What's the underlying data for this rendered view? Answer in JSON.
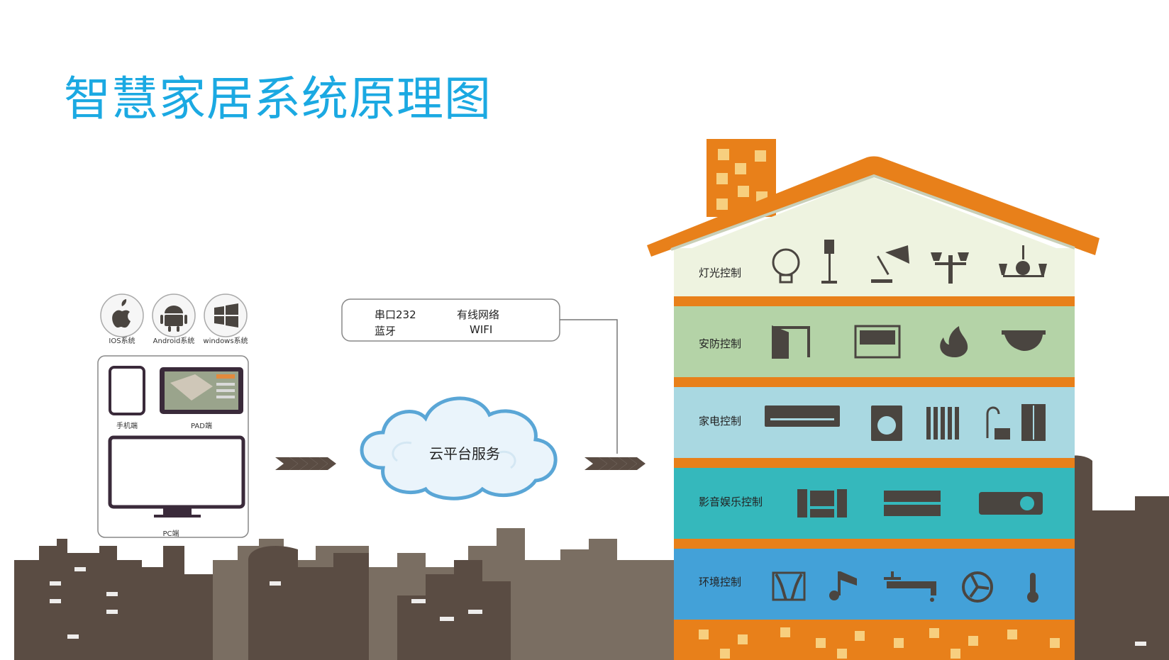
{
  "title": "智慧家居系统原理图",
  "os": [
    {
      "label": "IOS系统",
      "icon": "apple-icon"
    },
    {
      "label": "Android系统",
      "icon": "android-icon"
    },
    {
      "label": "windows系统",
      "icon": "windows-icon"
    }
  ],
  "devices": {
    "phone": "手机端",
    "pad": "PAD端",
    "pc": "PC端"
  },
  "connections": {
    "serial": "串口232",
    "wired": "有线网络",
    "bluetooth": "蓝牙",
    "wifi": "WIFI"
  },
  "cloud": "云平台服务",
  "floors": [
    {
      "label": "灯光控制",
      "color": "#eef3e0",
      "icons": [
        "bulb-icon",
        "floor-lamp-icon",
        "desk-lamp-icon",
        "wall-lamp-icon",
        "chandelier-icon"
      ]
    },
    {
      "label": "安防控制",
      "color": "#b4d3a7",
      "icons": [
        "door-icon",
        "window-shutter-icon",
        "fire-icon",
        "camera-icon"
      ]
    },
    {
      "label": "家电控制",
      "color": "#a9d8e1",
      "icons": [
        "air-conditioner-icon",
        "washing-machine-icon",
        "heater-icon",
        "vacuum-icon",
        "fridge-icon"
      ]
    },
    {
      "label": "影音娱乐控制",
      "color": "#35b8bc",
      "icons": [
        "home-theater-icon",
        "dvd-player-icon",
        "projector-icon"
      ]
    },
    {
      "label": "环境控制",
      "color": "#43a1d8",
      "icons": [
        "curtain-icon",
        "music-icon",
        "faucet-icon",
        "fan-icon",
        "thermometer-icon"
      ]
    }
  ],
  "colors": {
    "title": "#1ba9e2",
    "roof": "#e8801a",
    "icon": "#4a4540",
    "city_dark": "#5a4c43",
    "city_light": "#7a6e62"
  }
}
